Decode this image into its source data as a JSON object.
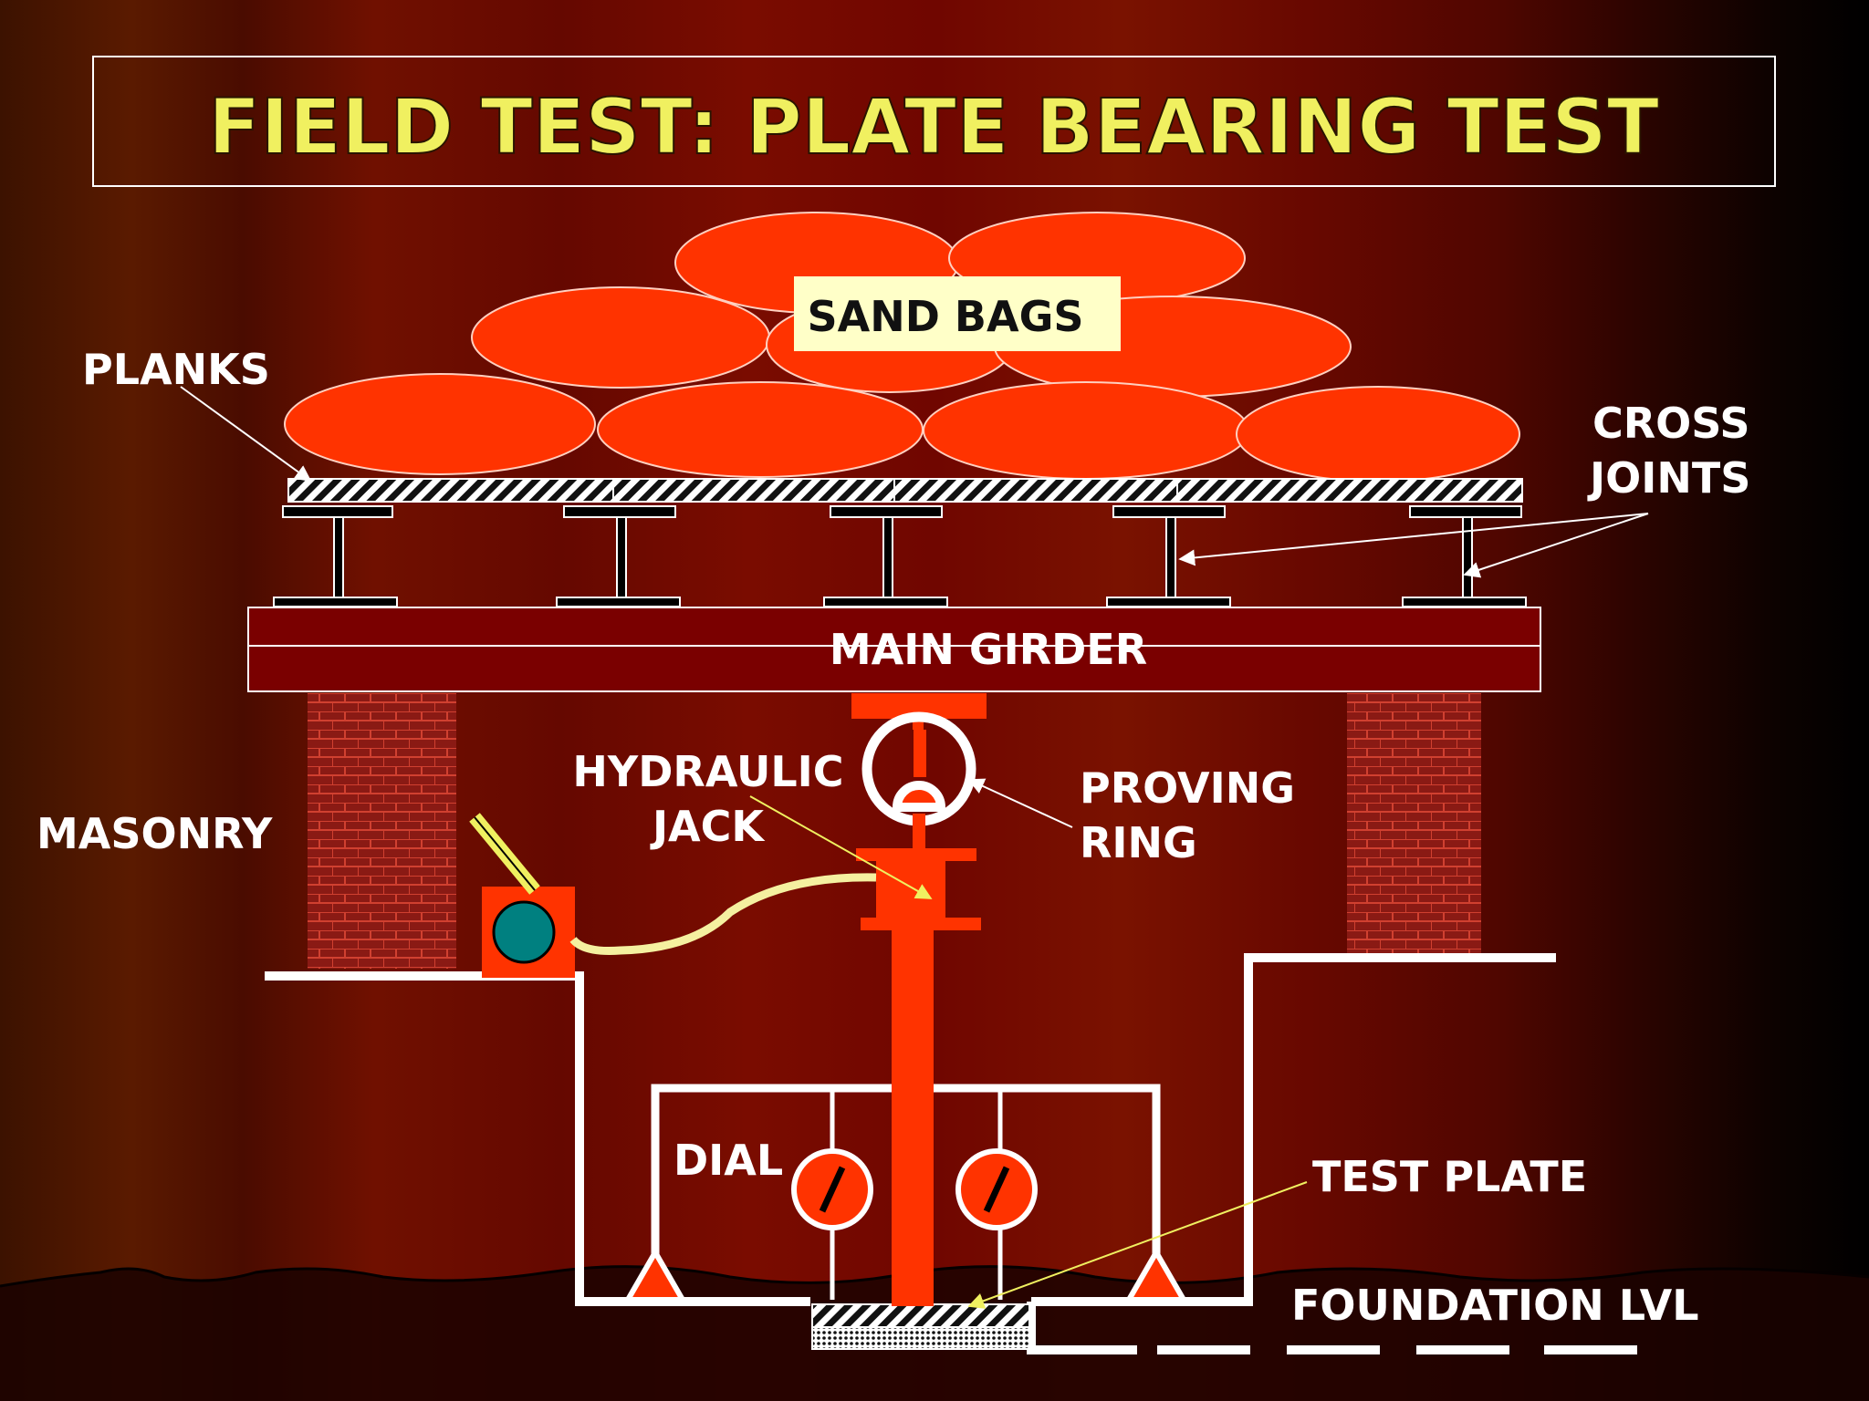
{
  "slide": {
    "title": "FIELD TEST: PLATE BEARING TEST"
  },
  "labels": {
    "sand_bags": "SAND BAGS",
    "planks": "PLANKS",
    "cross_joints_line1": "CROSS",
    "cross_joints_line2": "JOINTS",
    "main_girder": "MAIN GIRDER",
    "hydraulic_jack_line1": "HYDRAULIC",
    "hydraulic_jack_line2": "JACK",
    "proving_ring_line1": "PROVING",
    "proving_ring_line2": "RING",
    "masonry": "MASONRY",
    "dial": "DIAL",
    "test_plate": "TEST PLATE",
    "foundation_level": "FOUNDATION LVL"
  },
  "colors": {
    "title_text": "#f0f060",
    "sand_bag": "#ff3300",
    "girder": "#7a0000",
    "jack": "#ff3300",
    "pump_gauge": "#008080",
    "hose": "#f5f0a0",
    "label_box": "#ffffc8"
  }
}
